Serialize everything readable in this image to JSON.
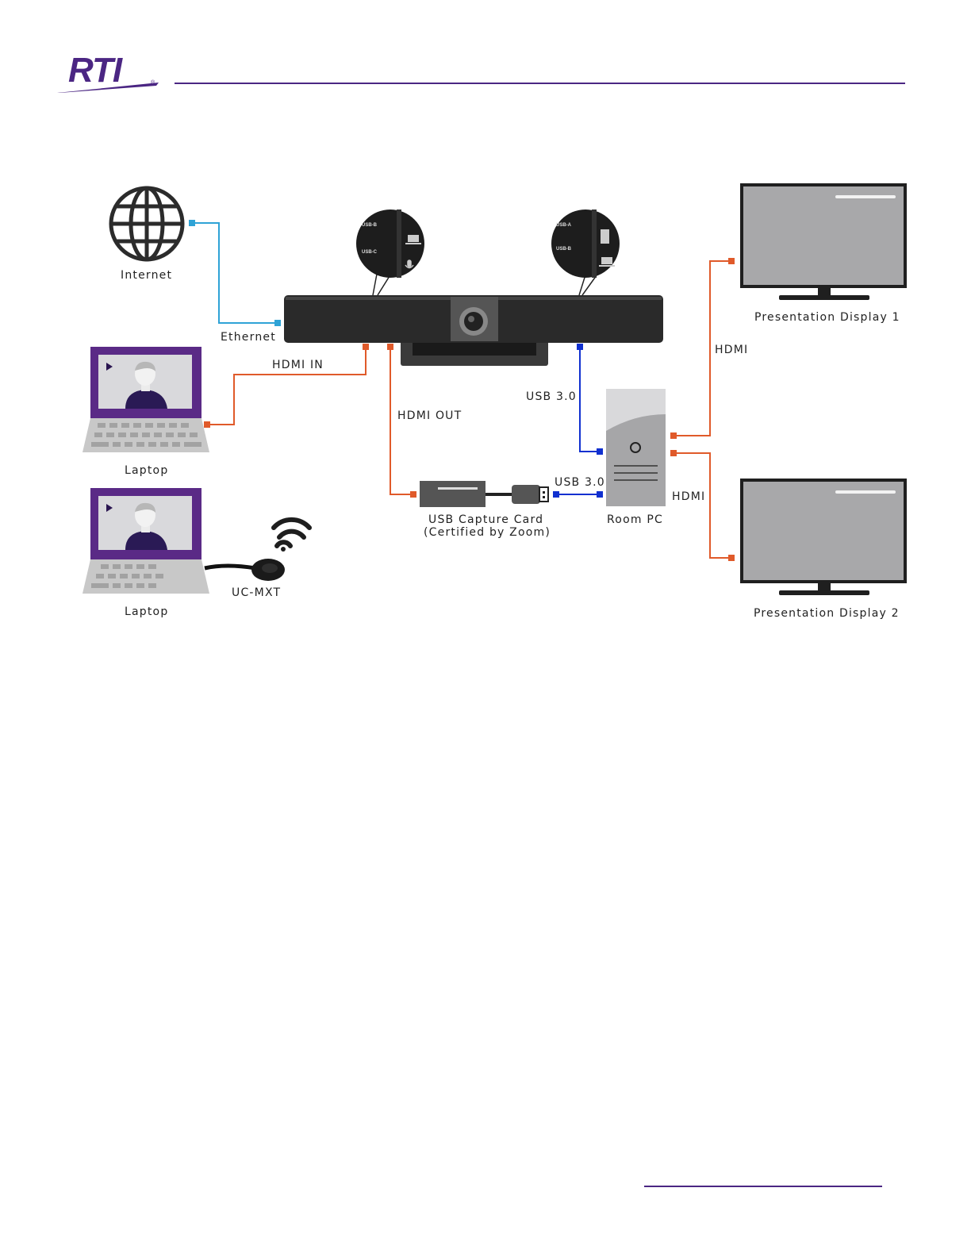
{
  "brand": {
    "logo_text": "RTI",
    "accent": "#4b2683"
  },
  "colors": {
    "hdmi": "#e05a2a",
    "ethernet": "#2fa3d6",
    "usb": "#1030d0",
    "laptop_purple": "#5a2a86"
  },
  "labels": {
    "internet": "Internet",
    "ethernet": "Ethernet",
    "hdmi_in": "HDMI IN",
    "hdmi_out": "HDMI OUT",
    "usb_top": "USB 3.0",
    "usb_bottom": "USB 3.0",
    "hdmi_right_top": "HDMI",
    "hdmi_right_bottom": "HDMI",
    "laptop_1": "Laptop",
    "laptop_2": "Laptop",
    "uc_mxt": "UC-MXT",
    "capture_line1": "USB Capture Card",
    "capture_line2": "(Certified by Zoom)",
    "room_pc": "Room PC",
    "display_1": "Presentation Display 1",
    "display_2": "Presentation Display 2"
  },
  "callouts": {
    "left": [
      "USB-B",
      "USB-C"
    ],
    "right": [
      "USB-A",
      "USB-B"
    ]
  },
  "icons": [
    "globe-icon",
    "video-bar-icon",
    "laptop-icon",
    "wireless-icon",
    "usb-dongle-icon",
    "capture-card-icon",
    "pc-tower-icon",
    "display-icon"
  ]
}
